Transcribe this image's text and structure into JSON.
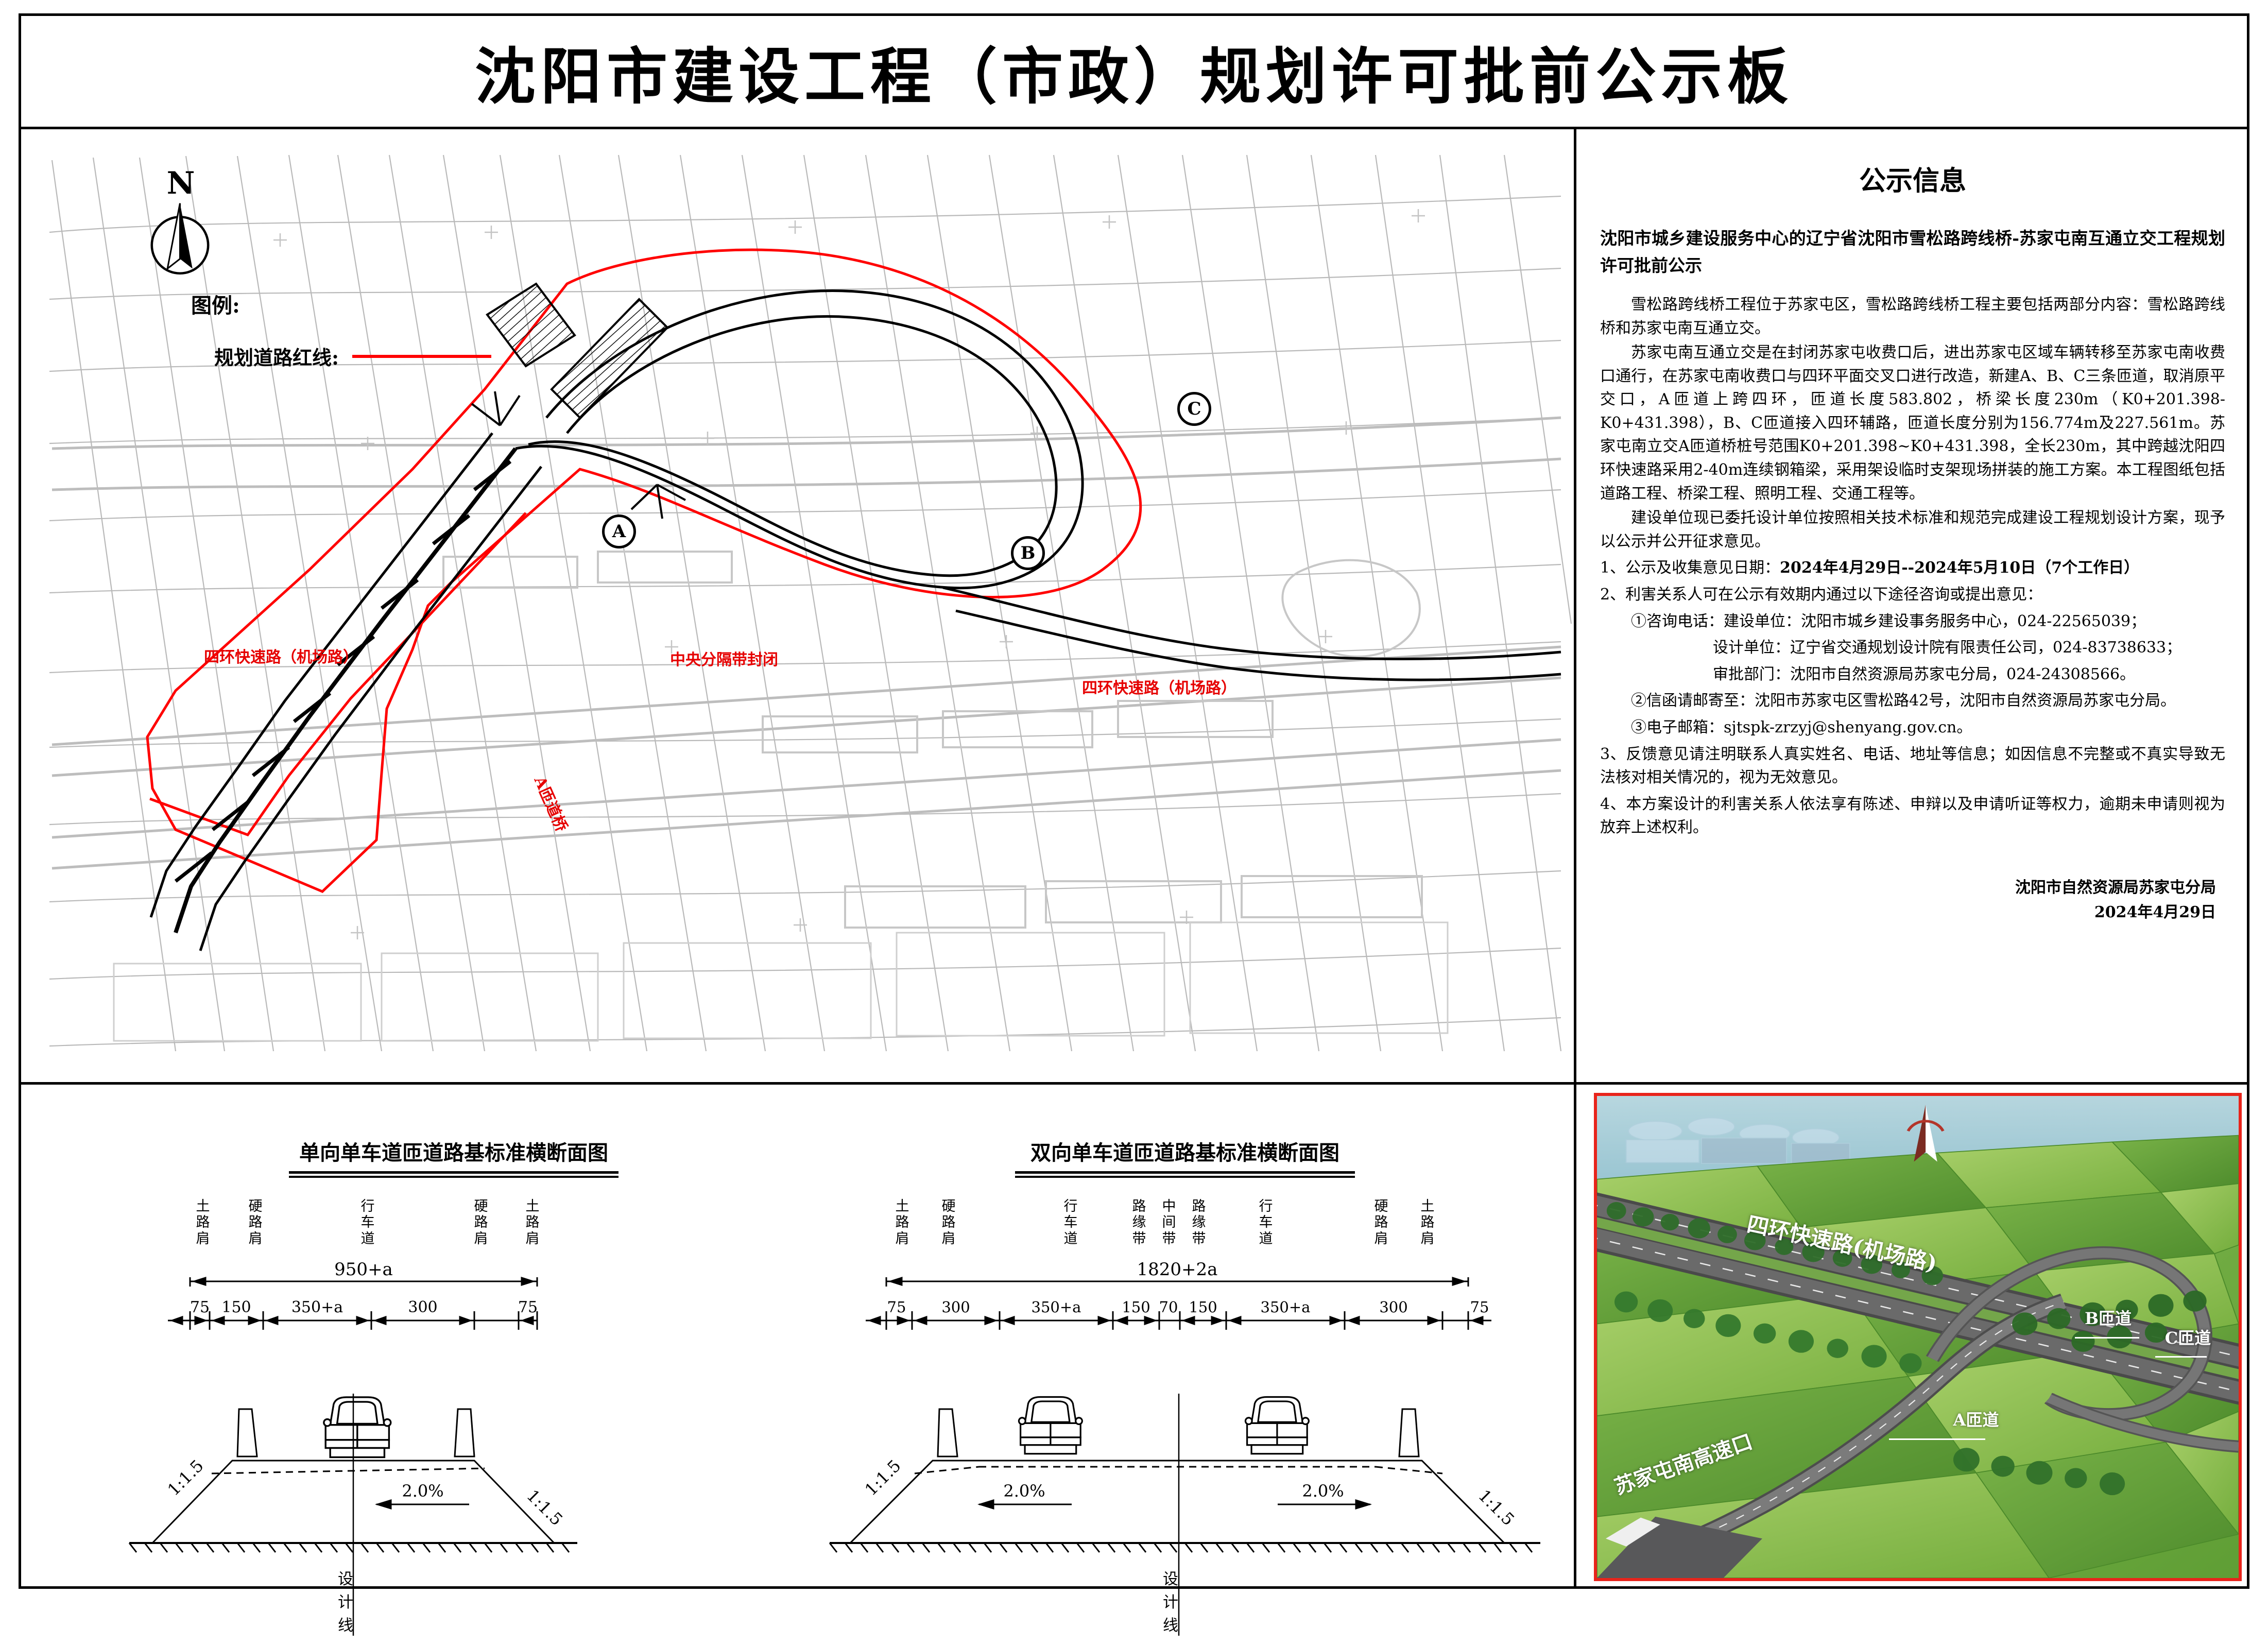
{
  "board": {
    "title": "沈阳市建设工程（市政）规划许可批前公示板"
  },
  "map": {
    "north_label": "N",
    "legend_title": "图例:",
    "legend_item_label": "规划道路红线:",
    "legend_color": "#ff0000",
    "labels": [
      {
        "text": "四环快速路（机场路）"
      },
      {
        "text": "中央分隔带封闭"
      },
      {
        "text": "四环快速路（机场路）"
      },
      {
        "text": "A匝道桥"
      }
    ],
    "callouts": [
      "A",
      "B",
      "C"
    ]
  },
  "sections": {
    "left": {
      "title": "单向单车道匝道路基标准横断面图",
      "lane_labels": [
        "土路肩",
        "硬路肩",
        "行车道",
        "硬路肩",
        "土路肩"
      ],
      "total_dim": "950+a",
      "dims": [
        "75",
        "150",
        "350+a",
        "300",
        "75"
      ],
      "slope_left": "1:1.5",
      "slope_right": "1:1.5",
      "cross_slope": [
        "2.0%"
      ],
      "design_line": "设计线"
    },
    "right": {
      "title": "双向单车道匝道路基标准横断面图",
      "lane_labels": [
        "土路肩",
        "硬路肩",
        "行车道",
        "路缘带",
        "中间带",
        "路缘带",
        "行车道",
        "硬路肩",
        "土路肩"
      ],
      "total_dim": "1820+2a",
      "dims": [
        "75",
        "300",
        "350+a",
        "150",
        "70",
        "150",
        "350+a",
        "300",
        "75"
      ],
      "slope_left": "1:1.5",
      "slope_right": "1:1.5",
      "cross_slope": [
        "2.0%",
        "2.0%"
      ],
      "design_line": "设计线"
    }
  },
  "info": {
    "heading": "公示信息",
    "subject": "沈阳市城乡建设服务中心的辽宁省沈阳市雪松路跨线桥-苏家屯南互通立交工程规划许可批前公示",
    "paragraphs": [
      "雪松路跨线桥工程位于苏家屯区，雪松路跨线桥工程主要包括两部分内容：雪松路跨线桥和苏家屯南互通立交。",
      "苏家屯南互通立交是在封闭苏家屯收费口后，进出苏家屯区域车辆转移至苏家屯南收费口通行，在苏家屯南收费口与四环平面交叉口进行改造，新建A、B、C三条匝道，取消原平交口，A匝道上跨四环，匝道长度583.802，桥梁长度230m（K0+201.398-K0+431.398），B、C匝道接入四环辅路，匝道长度分别为156.774m及227.561m。苏家屯南立交A匝道桥桩号范围K0+201.398~K0+431.398，全长230m，其中跨越沈阳四环快速路采用2-40m连续钢箱梁，采用架设临时支架现场拼装的施工方案。本工程图纸包括道路工程、桥梁工程、照明工程、交通工程等。",
      "建设单位现已委托设计单位按照相关技术标准和规范完成建设工程规划设计方案，现予以公示并公开征求意见。"
    ],
    "items": [
      {
        "text": "1、公示及收集意见日期：",
        "bold": "2024年4月29日--2024年5月10日（7个工作日）"
      },
      {
        "text": "2、利害关系人可在公示有效期内通过以下途径咨询或提出意见："
      },
      {
        "text": "①咨询电话：建设单位：沈阳市城乡建设事务服务中心，024-22565039；",
        "indent": 1
      },
      {
        "text": "设计单位：辽宁省交通规划设计院有限责任公司，024-83738633；",
        "indent": 2
      },
      {
        "text": "审批部门：沈阳市自然资源局苏家屯分局，024-24308566。",
        "indent": 2
      },
      {
        "text": "②信函请邮寄至：沈阳市苏家屯区雪松路42号，沈阳市自然资源局苏家屯分局。",
        "indent": 1
      },
      {
        "text": "③电子邮箱：sjtspk-zrzyj@shenyang.gov.cn。",
        "indent": 1
      },
      {
        "text": "3、反馈意见请注明联系人真实姓名、电话、地址等信息；如因信息不完整或不真实导致无法核对相关情况的，视为无效意见。"
      },
      {
        "text": "4、本方案设计的利害关系人依法享有陈述、申辩以及申请听证等权力，逾期未申请则视为放弃上述权利。"
      }
    ],
    "signature_org": "沈阳市自然资源局苏家屯分局",
    "signature_date": "2024年4月29日"
  },
  "photo": {
    "labels": [
      {
        "text": "四环快速路(机场路)"
      },
      {
        "text": "苏家屯南高速口"
      },
      {
        "text": "A匝道"
      },
      {
        "text": "B匝道"
      },
      {
        "text": "C匝道"
      }
    ],
    "border_color": "#e8241b"
  }
}
